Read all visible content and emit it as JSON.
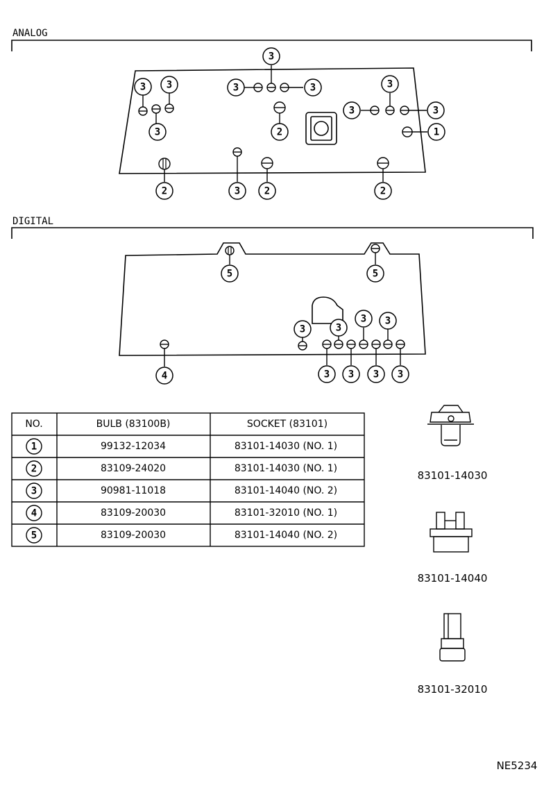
{
  "sections": {
    "analog_label": "ANALOG",
    "digital_label": "DIGITAL"
  },
  "table": {
    "headers": [
      "NO.",
      "BULB (83100B)",
      "SOCKET (83101)"
    ],
    "rows": [
      {
        "no": "1",
        "bulb": "99132-12034",
        "socket": "83101-14030 (NO. 1)"
      },
      {
        "no": "2",
        "bulb": "83109-24020",
        "socket": "83101-14030 (NO. 1)"
      },
      {
        "no": "3",
        "bulb": "90981-11018",
        "socket": "83101-14040 (NO. 2)"
      },
      {
        "no": "4",
        "bulb": "83109-20030",
        "socket": "83101-32010 (NO. 1)"
      },
      {
        "no": "5",
        "bulb": "83109-20030",
        "socket": "83101-14040 (NO. 2)"
      }
    ]
  },
  "socket_parts": [
    "83101-14030",
    "83101-14040",
    "83101-32010"
  ],
  "figure_code": "NE5234"
}
